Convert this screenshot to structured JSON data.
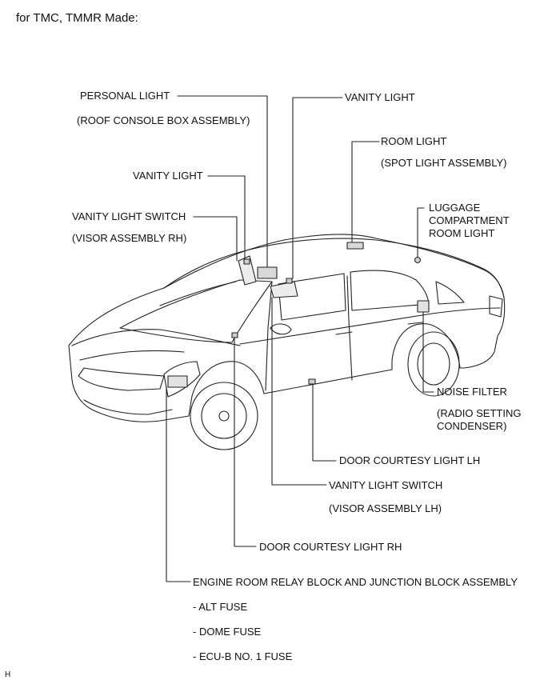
{
  "header": "for TMC, TMMR Made:",
  "labels": {
    "personal_light": "PERSONAL LIGHT",
    "personal_light_sub": "(ROOF CONSOLE BOX ASSEMBLY)",
    "vanity_light_top": "VANITY LIGHT",
    "room_light": "ROOM LIGHT",
    "room_light_sub": "(SPOT LIGHT ASSEMBLY)",
    "vanity_light_left": "VANITY LIGHT",
    "vanity_switch_rh": "VANITY LIGHT SWITCH",
    "vanity_switch_rh_sub": "(VISOR ASSEMBLY RH)",
    "luggage_1": "LUGGAGE",
    "luggage_2": "COMPARTMENT",
    "luggage_3": "ROOM LIGHT",
    "noise_filter": "NOISE FILTER",
    "noise_filter_sub_1": "(RADIO SETTING",
    "noise_filter_sub_2": "CONDENSER)",
    "door_courtesy_lh": "DOOR COURTESY LIGHT LH",
    "vanity_switch_lh": "VANITY LIGHT SWITCH",
    "vanity_switch_lh_sub": "(VISOR ASSEMBLY LH)",
    "door_courtesy_rh": "DOOR COURTESY LIGHT RH",
    "engine_room": "ENGINE ROOM RELAY BLOCK AND JUNCTION BLOCK ASSEMBLY",
    "fuse_alt": "- ALT FUSE",
    "fuse_dome": "- DOME FUSE",
    "fuse_ecub": "- ECU-B NO. 1 FUSE"
  },
  "footer_code": "H"
}
